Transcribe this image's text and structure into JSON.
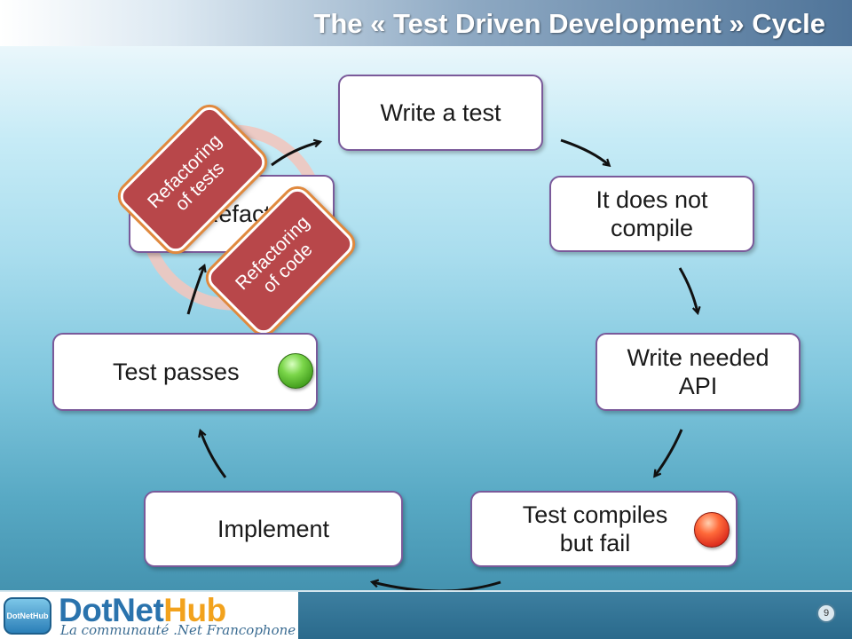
{
  "title": "The « Test Driven Development » Cycle",
  "steps": {
    "write_test": "Write a test",
    "does_not_compile_1": "It does not",
    "does_not_compile_2": "compile",
    "write_api_1": "Write needed",
    "write_api_2": "API",
    "test_fails_1": "Test compiles",
    "test_fails_2": "but fail",
    "implement": "Implement",
    "test_passes": "Test passes",
    "refactoring": "Refactoring"
  },
  "refactoring_cards": {
    "tests_1": "Refactoring",
    "tests_2": "of tests",
    "code_1": "Refactoring",
    "code_2": "of code"
  },
  "status_colors": {
    "pass": "#3e9a1a",
    "fail": "#d8261a"
  },
  "footer": {
    "logo_badge": "DotNetHub",
    "logo_name_a": "DotNet",
    "logo_name_b": "Hub",
    "tagline": "La communauté .Net Francophone",
    "page_number": "9"
  }
}
